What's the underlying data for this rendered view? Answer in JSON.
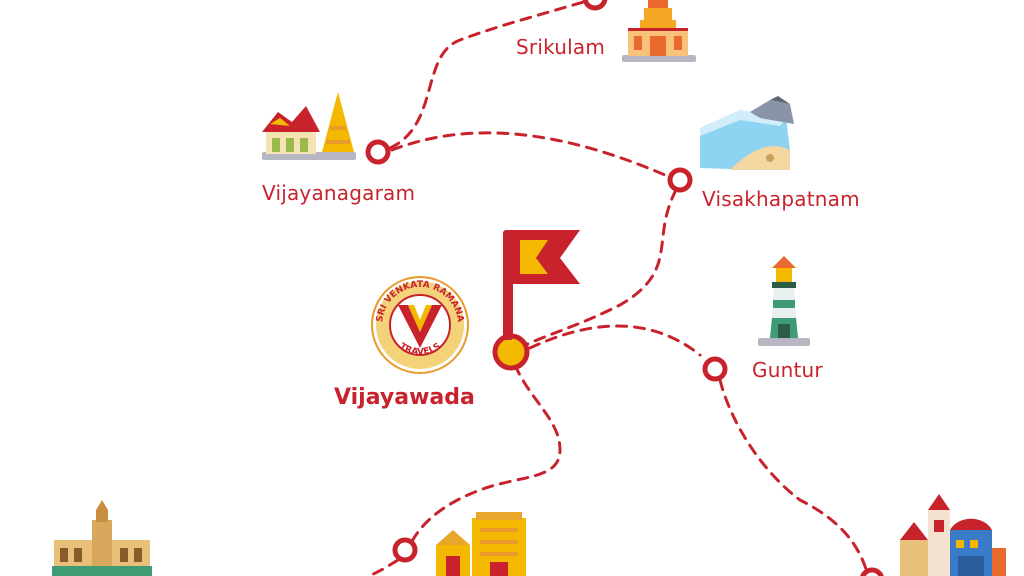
{
  "map": {
    "accent_color": "#c8232c",
    "hub_fill": "#f5b800",
    "route_color": "#c8232c"
  },
  "hub": {
    "label": "Vijayawada",
    "logo": {
      "curved_text": "SRI VENKATA RAMANA",
      "bottom_text": "TRAVELS",
      "initial": "V"
    },
    "icon": "flag-icon"
  },
  "cities": [
    {
      "label": "Srikulam",
      "icon": "temple-gopuram-icon"
    },
    {
      "label": "Vijayanagaram",
      "icon": "palace-pagoda-icon"
    },
    {
      "label": "Visakhapatnam",
      "icon": "beach-icon"
    },
    {
      "label": "Guntur",
      "icon": "lighthouse-icon"
    }
  ],
  "unlabeled_landmarks": [
    {
      "icon": "palace-icon"
    },
    {
      "icon": "temple-gopuram-icon"
    },
    {
      "icon": "cathedral-icon"
    }
  ]
}
